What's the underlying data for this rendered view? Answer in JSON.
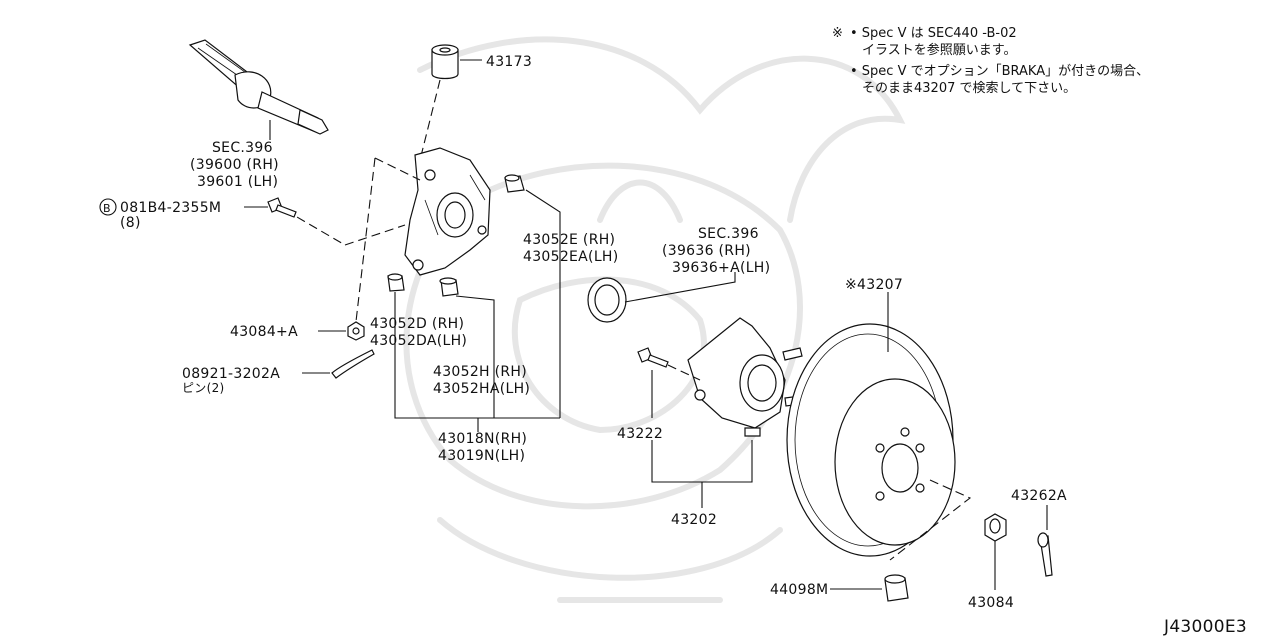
{
  "diagram_code": "J43000E3",
  "notes": {
    "mark": "※",
    "line1": "• Spec V は SEC440    -B-02",
    "line2": "イラストを参照願います。",
    "line3": "• Spec V でオプション「BRAKA」が付きの場合、",
    "line4": "そのまま43207 で検索して下さい。"
  },
  "labels": {
    "p43173": "43173",
    "sec396_a": "SEC.396",
    "p39600": "(39600 (RH)",
    "p39601": "39601 (LH)",
    "bolt_b": "B",
    "p081b4": "081B4-2355M",
    "p081b4_qty": "(8)",
    "p43052e": "43052E (RH)",
    "p43052ea": "43052EA(LH)",
    "sec396_b": "SEC.396",
    "p39636": "(39636   (RH)",
    "p39636a": "39636+A(LH)",
    "p43207": "※43207",
    "p43084a": "43084+A",
    "p43052d": "43052D (RH)",
    "p43052da": "43052DA(LH)",
    "p08921": "08921-3202A",
    "p08921_sub": "ピン(2)",
    "p43052h": "43052H (RH)",
    "p43052ha": "43052HA(LH)",
    "p43018n": "43018N(RH)",
    "p43019n": "43019N(LH)",
    "p43222": "43222",
    "p43202": "43202",
    "p43262a": "43262A",
    "p44098m": "44098M",
    "p43084": "43084"
  }
}
